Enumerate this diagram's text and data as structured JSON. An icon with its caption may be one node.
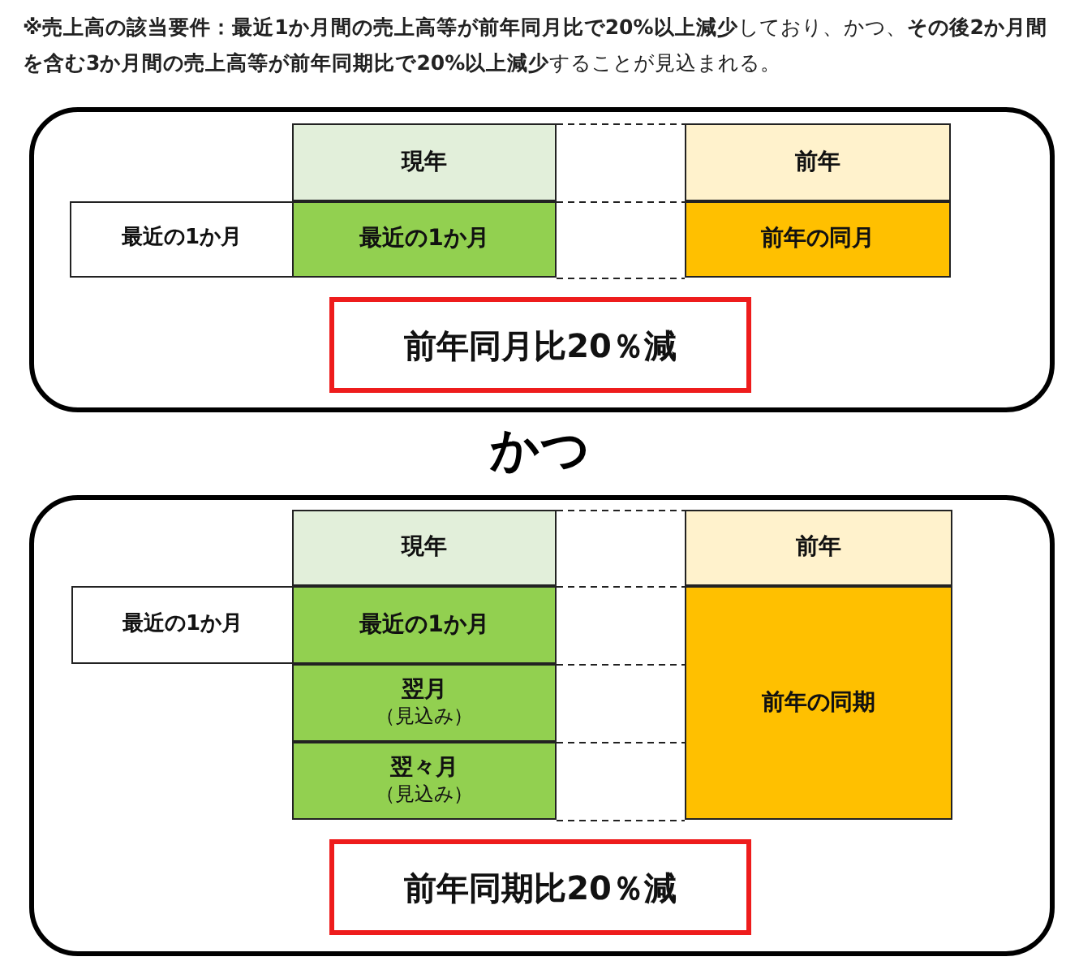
{
  "diagram": {
    "title": "**※売上高の該当要件：最近1か月間の売上高等が前年同月比で20%以上減少**しており、かつ、**その後2か月間を含む3か月間の売上高等が前年同期比で20%以上減少**することが見込まれる。",
    "nodes": [
      {
        "text": [],
        "shape": "box"
      },
      {
        "text": [
          "現年"
        ],
        "in": 0
      },
      {
        "text": [
          "前年"
        ],
        "in": 0
      },
      {
        "text": [
          "最近の1か月"
        ],
        "in": 0
      },
      {
        "text": [
          "最近の1か月"
        ],
        "in": 0
      },
      {
        "text": [
          "前年の同月"
        ],
        "in": 0
      },
      {
        "text": [
          "前年同月比20％減"
        ],
        "in": 0
      },
      {
        "text": [],
        "shape": "box"
      },
      {
        "text": [
          "現年"
        ],
        "in": 7
      },
      {
        "text": [
          "前年"
        ],
        "in": 7
      },
      {
        "text": [
          "最近の1か月"
        ],
        "in": 7
      },
      {
        "text": [
          "最近の1か月"
        ],
        "in": 7
      },
      {
        "text": [
          "翌月",
          "（見込み）"
        ],
        "in": 7
      },
      {
        "text": [
          "翌々月",
          "（見込み）"
        ],
        "in": 7
      },
      {
        "text": [
          "前年の同期"
        ],
        "in": 7
      },
      {
        "text": [
          "前年同期比20％減"
        ],
        "in": 7
      }
    ],
    "edges": [
      {
        "from": 1,
        "to": 2,
        "arrow": "none",
        "style": "dashed"
      },
      {
        "from": 4,
        "to": 5,
        "arrow": "none",
        "style": "dashed"
      },
      {
        "from": 4,
        "to": 5,
        "arrow": "none",
        "style": "dashed"
      },
      {
        "from": 8,
        "to": 9,
        "arrow": "none",
        "style": "dashed"
      },
      {
        "from": 8,
        "to": 9,
        "arrow": "none",
        "style": "dashed"
      },
      {
        "from": 11,
        "to": 14,
        "arrow": "none",
        "style": "dashed"
      },
      {
        "from": 12,
        "to": 14,
        "arrow": "none",
        "style": "dashed"
      },
      {
        "from": 13,
        "to": 14,
        "arrow": "none",
        "style": "dashed"
      }
    ],
    "labels": [
      "かつ"
    ]
  }
}
